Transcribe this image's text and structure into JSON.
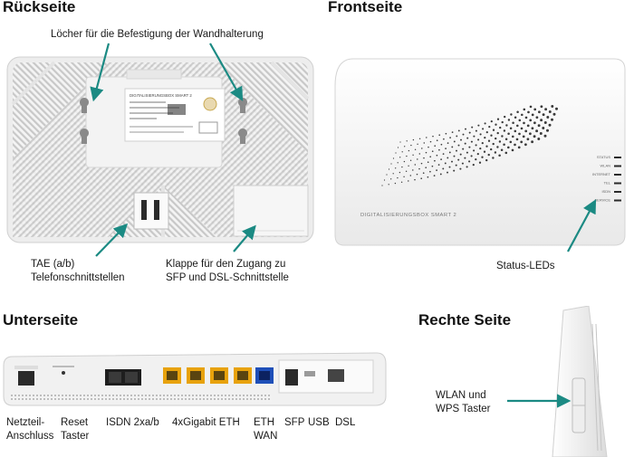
{
  "sections": {
    "back": "Rückseite",
    "front": "Frontseite",
    "bottom": "Unterseite",
    "right": "Rechte Seite"
  },
  "back": {
    "holes_label": "Löcher für die Befestigung der Wandhalterung",
    "tae_label": "TAE (a/b)\nTelefonschnittstellen",
    "flap_label": "Klappe für den Zugang zu\nSFP und DSL-Schnittstelle",
    "sticker_title": "DIGITALISIERUNGSBOX SMART 2"
  },
  "front": {
    "brand_text": "DIGITALISIERUNGSBOX SMART 2",
    "status_label": "Status-LEDs",
    "led_labels": [
      "STATUS",
      "WLAN",
      "INTERNET",
      "TEL",
      "ISDN",
      "SERVICE"
    ]
  },
  "bottom": {
    "labels": {
      "power": "Netzteil-\nAnschluss",
      "reset": "Reset\nTaster",
      "isdn": "ISDN 2xa/b",
      "eth4": "4xGigabit ETH",
      "wan": "ETH\nWAN",
      "sfp": "SFP",
      "usb": "USB",
      "dsl": "DSL"
    }
  },
  "right": {
    "wlan_label": "WLAN und\nWPS Taster"
  },
  "colors": {
    "arrow": "#1b8a83",
    "eth_yellow": "#e8a20c",
    "wan_blue": "#1e4fb8"
  }
}
